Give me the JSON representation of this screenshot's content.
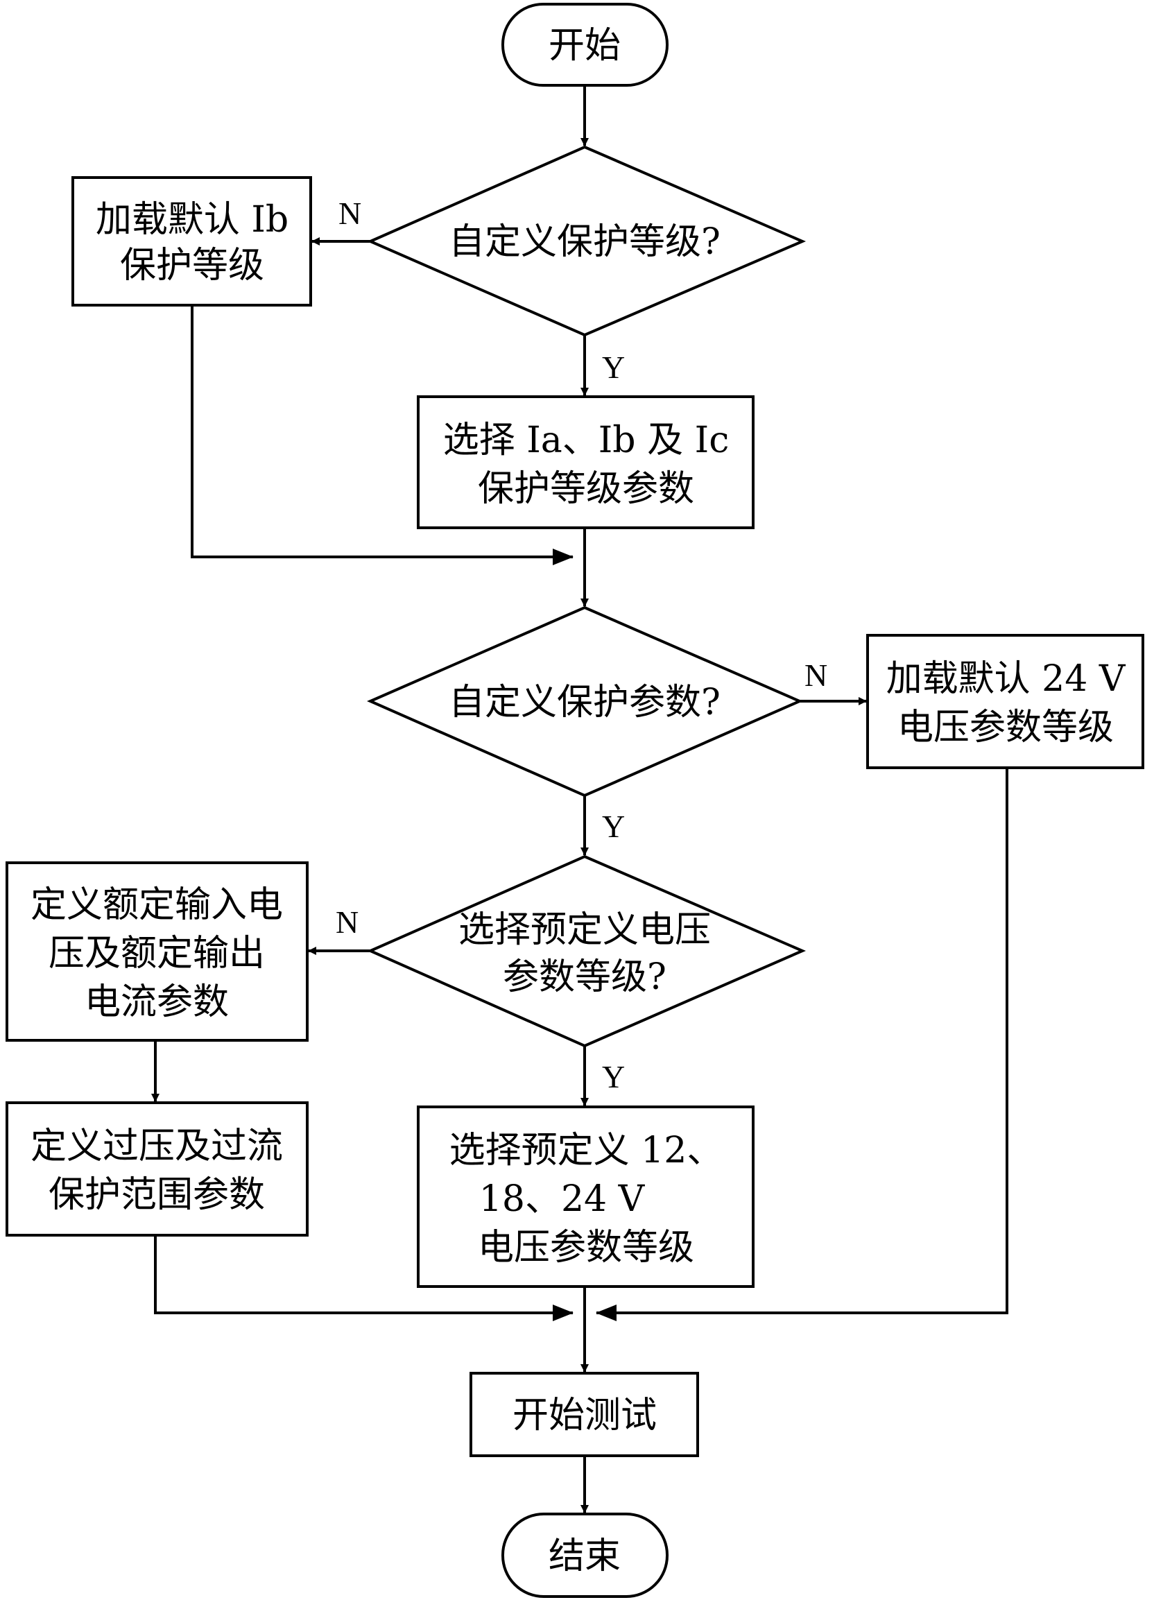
{
  "nodes": {
    "start": {
      "lines": [
        "开始"
      ]
    },
    "decision1": {
      "lines": [
        "自定义保护等级?"
      ]
    },
    "default_ib": {
      "lines": [
        "加载默认 Ib",
        "保护等级"
      ]
    },
    "select_ia_ib_ic": {
      "lines": [
        "选择 Ia、Ib 及 Ic",
        "保护等级参数"
      ]
    },
    "decision2": {
      "lines": [
        "自定义保护参数?"
      ]
    },
    "default_24v": {
      "lines": [
        "加载默认 24 V",
        "电压参数等级"
      ]
    },
    "decision3": {
      "lines": [
        "选择预定义电压",
        "参数等级?"
      ]
    },
    "define_rated": {
      "lines": [
        "定义额定输入电",
        "压及额定输出",
        "电流参数"
      ]
    },
    "define_over": {
      "lines": [
        "定义过压及过流",
        "保护范围参数"
      ]
    },
    "select_predef": {
      "lines": [
        "选择预定义 12、",
        "18、24 V",
        "电压参数等级"
      ]
    },
    "start_test": {
      "lines": [
        "开始测试"
      ]
    },
    "end": {
      "lines": [
        "结束"
      ]
    }
  },
  "edge_labels": {
    "d1_no": "N",
    "d1_yes": "Y",
    "d2_no": "N",
    "d2_yes": "Y",
    "d3_no": "N",
    "d3_yes": "Y"
  }
}
